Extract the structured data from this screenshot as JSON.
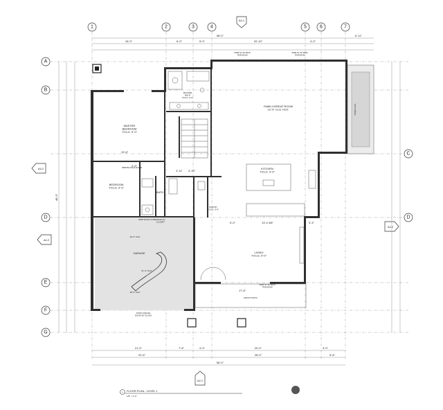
{
  "grid": {
    "columns": [
      "1",
      "2",
      "3",
      "4",
      "5",
      "6",
      "7"
    ],
    "rows": [
      "A",
      "B",
      "C",
      "D",
      "E",
      "F",
      "G"
    ]
  },
  "section_markers": {
    "top": "A4.1",
    "bottom": "A4.1",
    "left_upper": "A4.2",
    "left_lower": "A4.2",
    "right": "A4.2"
  },
  "rooms": {
    "master_bedroom": "MASTER\nBEDROOM\nT/CLG. 9'-0\"",
    "master_bath": "MASTER\nBATH\nT/CLG. 9'-0\"",
    "family_room": "FAMILY/GREAT ROOM\n12'-0\" CLG. HGT.",
    "kitchen": "KITCHEN\nT/CLG. 9'-0\"",
    "bedroom": "BEDROOM\nT/CLG. 9'-0\"",
    "bath": "BATH",
    "pantry": "PANTRY\nT/CLG. 9'-0\"",
    "garage": "GARAGE",
    "living": "LIVING\nT/CLG. 9'-0\"",
    "front_patio": "FRONT PATIO"
  },
  "notes": {
    "walk_in_closet": "WALK-IN\nCLOSET",
    "garage_door": "16X8 GARAGE\nDOOR W/ GLASS",
    "transom_top_left": "6068 SL W/ 6020\nTRANSOM",
    "transom_top_right": "6068 SL W/ 6020\nTRANSOM",
    "transom_living": "6068 SL W/ 6020\nTRANSOM",
    "fireplace": "FIREPLACE",
    "bedroom_closet": "2868 BI-FOLD DOOR",
    "garage_wall": "2068 SOLID CORE",
    "clear_dim_top": "19'-0\" CLR.",
    "clear_dim_bottom": "21'-9\" CLR.",
    "clear_dim_side": "18'-0\" CLR."
  },
  "dimensions": {
    "overall_top": "58'-0\"",
    "overall_bottom": "56'-0\"",
    "overall_left": "48'-0\"",
    "top_segments": [
      "16'-0\"",
      "6'-0\"",
      "5'-0\"",
      "20'-10\"",
      "4'-0\"",
      "6'-11\""
    ],
    "bottom_segments": [
      "21'-0\"",
      "7'-6\"",
      "4'-0\"",
      "20'-0\"",
      "3'-0\""
    ],
    "bottom_second": [
      "22'-6\"",
      "28'-0\"",
      "5'-6\""
    ],
    "misc": [
      "13'-6\"",
      "17'-6\"",
      "4'-11\"",
      "4'-10\"",
      "2'-0\"",
      "3'-4\"",
      "13'-4 3/8\"",
      "5'-0\""
    ]
  },
  "title_block": {
    "number": "1",
    "title": "FLOOR PLAN - LEVEL 1",
    "scale": "1/8\" = 1'-0\""
  }
}
